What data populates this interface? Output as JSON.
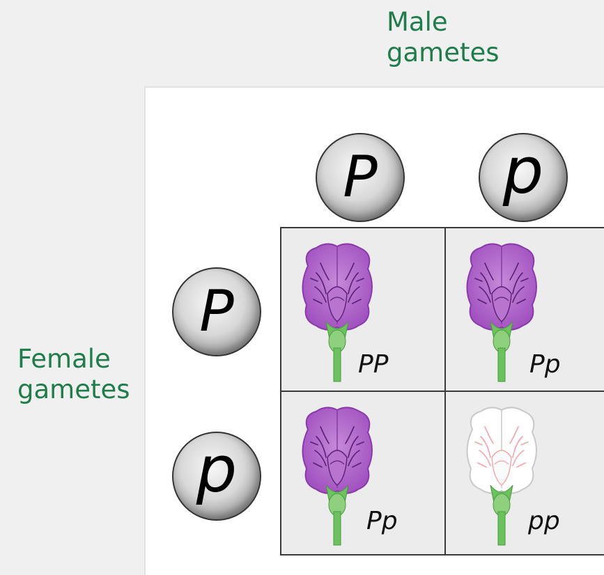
{
  "labels": {
    "male": [
      "Male",
      "gametes"
    ],
    "female": [
      "Female",
      "gametes"
    ]
  },
  "colors": {
    "label": "#1e7d4a",
    "purple_petal": "#a04fbf",
    "white_petal": "#ffffff",
    "stem": "#6cc35e"
  },
  "male_gametes": [
    "P",
    "p"
  ],
  "female_gametes": [
    "P",
    "p"
  ],
  "cells": [
    {
      "genotype": "PP",
      "flower": "purple"
    },
    {
      "genotype": "Pp",
      "flower": "purple"
    },
    {
      "genotype": "Pp",
      "flower": "purple"
    },
    {
      "genotype": "pp",
      "flower": "white"
    }
  ]
}
